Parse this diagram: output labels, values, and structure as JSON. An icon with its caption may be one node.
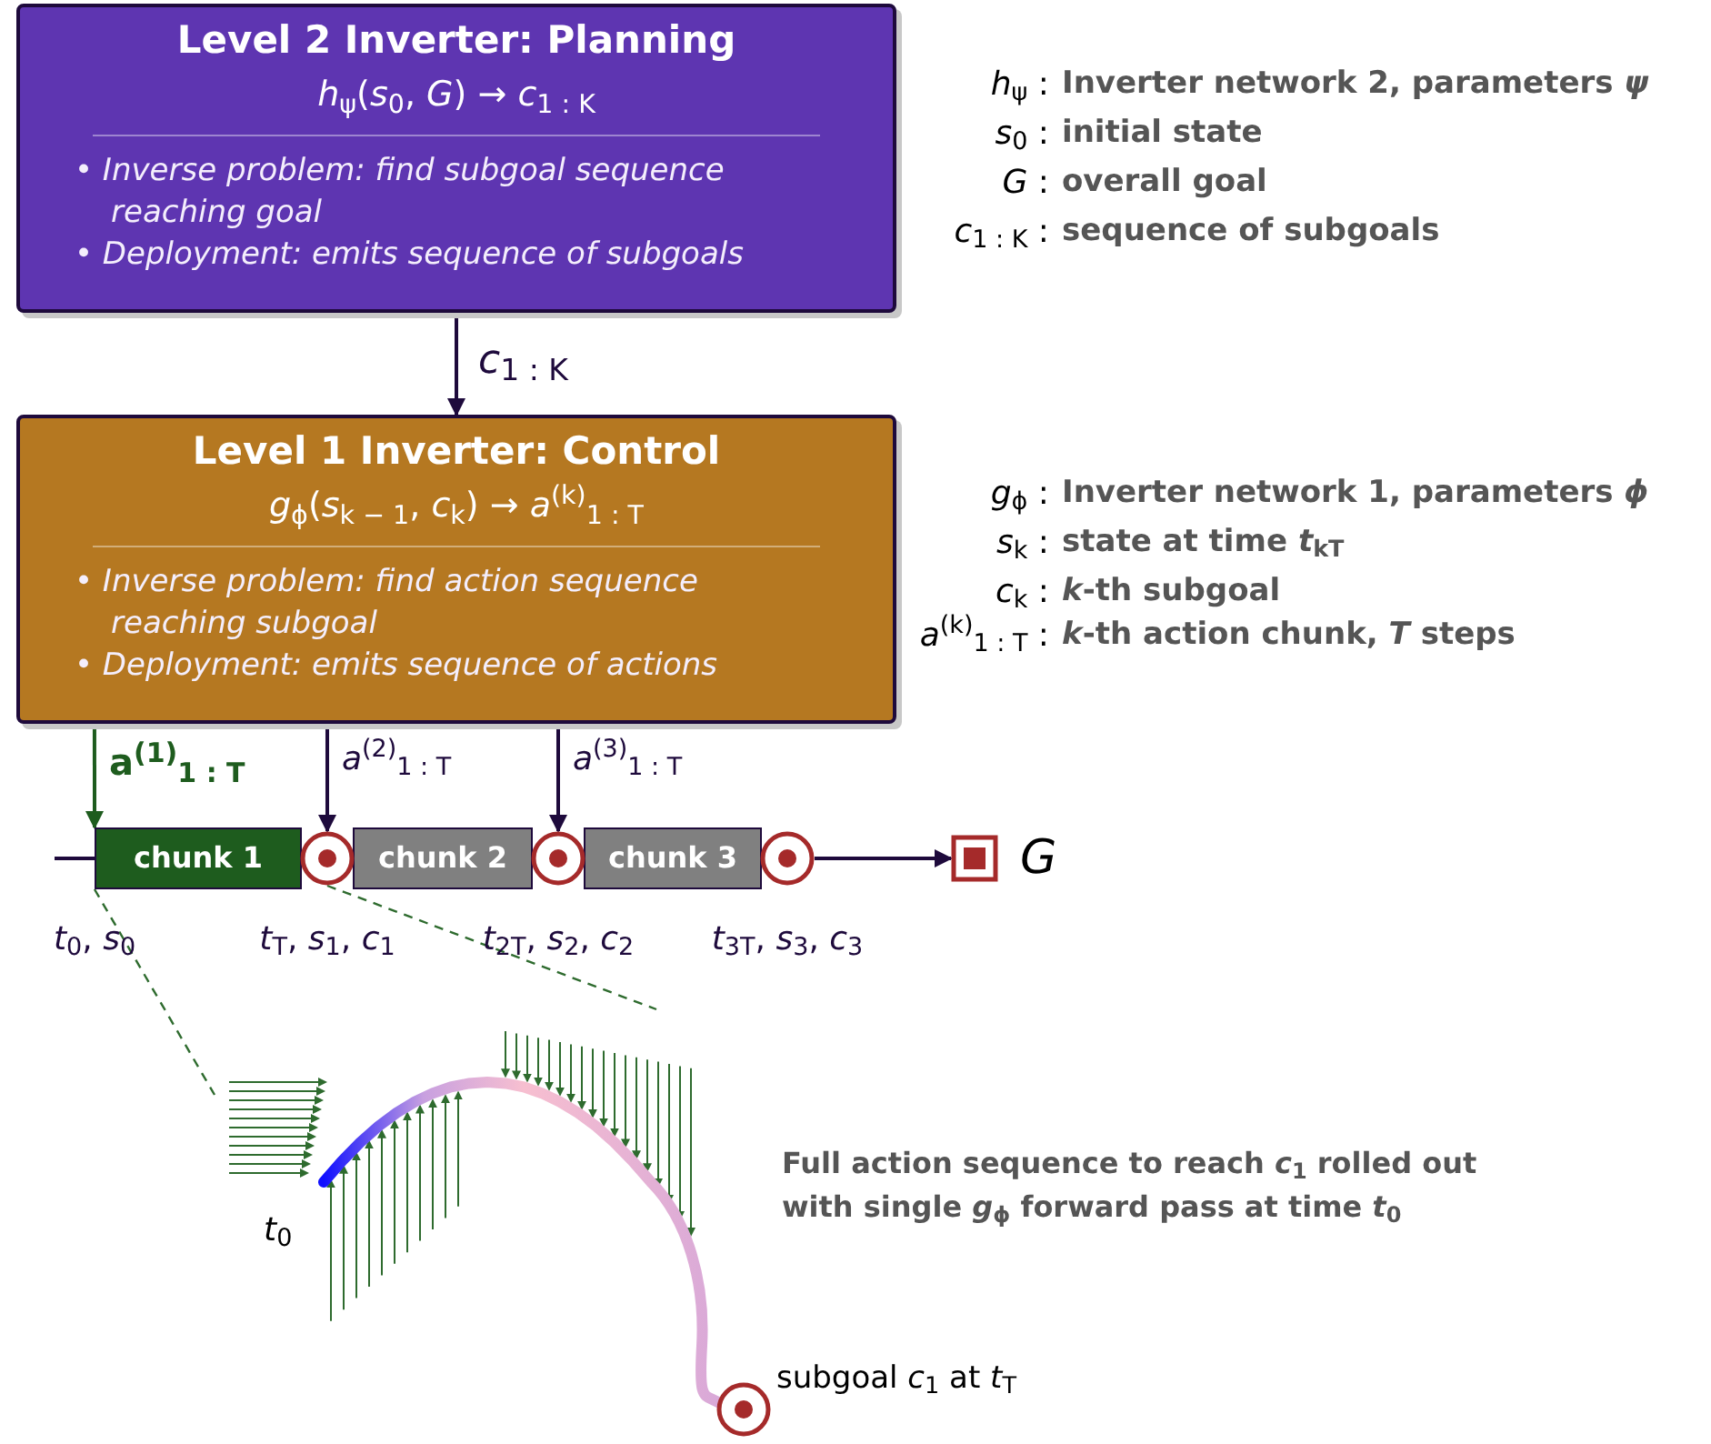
{
  "diagram": {
    "nodes": [
      {
        "text": [
          "Level 2 Inverter: Planning",
          "*h*$_{ψ}$(*s*$_{0}$, *G*) → *c*$_{1 : K}$",
          "• Inverse problem: find subgoal sequence reaching goal",
          "• Deployment: emits sequence of subgoals"
        ]
      },
      {
        "text": [
          "Level 1 Inverter: Control",
          "*g*$_{ϕ}$(*s*$_{k − 1}$, *c*$_{k}$) → *a*$^{(k)}$$_{1 : T}$",
          "• Inverse problem: find action sequence reaching subgoal",
          "• Deployment: emits sequence of actions"
        ]
      },
      {
        "text": [
          "chunk 1"
        ]
      },
      {
        "text": [
          "chunk 2"
        ]
      },
      {
        "text": [
          "chunk 3"
        ]
      },
      {
        "text": [],
        "shape": "circle"
      },
      {
        "text": [],
        "shape": "circle"
      },
      {
        "text": [],
        "shape": "circle"
      },
      {
        "text": [
          "G"
        ]
      },
      {
        "text": [],
        "shape": "circle",
        "beside": [
          "subgoal *c*$_{1}$ at *t*$_{T}$"
        ]
      },
      {
        "text": [],
        "shape": "picture"
      }
    ],
    "edges": [
      {
        "from": 0,
        "to": 1,
        "arrow": "to",
        "label": "*c*$_{1 : K}$"
      },
      {
        "from": 1,
        "to": 2,
        "arrow": "to",
        "label": "a$^{(1)}$$_{1 : T}$",
        "color": "#1e5c1e"
      },
      {
        "from": 1,
        "to": 5,
        "arrow": "to",
        "label": "*a*$^{(2)}$$_{1 : T}$"
      },
      {
        "from": 1,
        "to": 6,
        "arrow": "to",
        "label": "*a*$^{(3)}$$_{1 : T}$"
      },
      {
        "from": null,
        "to": 2,
        "arrow": "none"
      },
      {
        "from": 7,
        "to": 8,
        "arrow": "to"
      },
      {
        "from": 2,
        "to": 10,
        "arrow": "none",
        "style": "dashed",
        "color": "#2e6b2e"
      },
      {
        "from": 5,
        "to": 10,
        "arrow": "none",
        "style": "dashed",
        "color": "#2e6b2e"
      }
    ],
    "labels": [
      "*h*$_{ψ}$ :",
      "Inverter network 2, parameters *ψ*",
      "*s*$_{0}$ :",
      "initial state",
      "*G* :",
      "overall goal",
      "*c*$_{1 : K}$ :",
      "sequence of subgoals",
      "*g*$_{ϕ}$ :",
      "Inverter network 1, parameters *ϕ*",
      "*s*$_{k}$ :",
      "state at time *t*$_{kT}$",
      "*c*$_{k}$ :",
      "*k*-th subgoal",
      "*a*$^{(k)}$$_{1 : T}$ :",
      "*k*-th action chunk, *T* steps",
      "*t*$_{0}$, *s*$_{0}$",
      "*t*$_{T}$, *s*$_{1}$, *c*$_{1}$",
      "*t*$_{2T}$, *s*$_{2}$, *c*$_{2}$",
      "*t*$_{3T}$, *s*$_{3}$, *c*$_{3}$",
      "*t*$_{0}$",
      "Full action sequence to reach *c*$_{1}$ rolled out with single *g*$_{ϕ}$ forward pass at time *t*$_{0}$"
    ]
  }
}
